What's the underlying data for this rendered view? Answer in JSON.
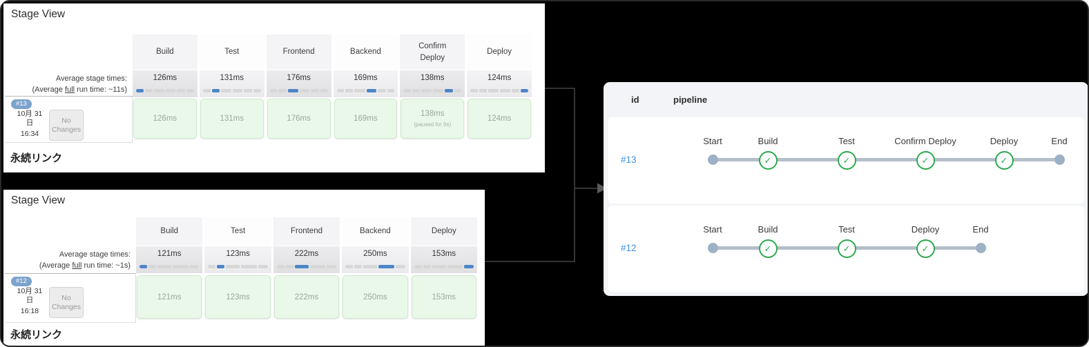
{
  "colors": {
    "bar_active_blue": "#4c86c8",
    "success_green": "#2aa94d",
    "run_link_blue": "#4090e0",
    "badge_blue": "#7ca3cd",
    "stage_cell_green": "#e9f8e9",
    "node_gray": "#9db0c4"
  },
  "panels": {
    "top": {
      "title": "Stage View",
      "avg_label": {
        "line1": "Average stage times:",
        "line2_prefix": "(Average ",
        "line2_underline": "full",
        "line2_suffix": " run time: ~11s)"
      },
      "stages": [
        "Build",
        "Test",
        "Frontend",
        "Backend",
        "Confirm Deploy",
        "Deploy"
      ],
      "avg_times": [
        "126ms",
        "131ms",
        "176ms",
        "169ms",
        "138ms",
        "124ms"
      ],
      "avg_times_ms": [
        126,
        131,
        176,
        169,
        138,
        124
      ],
      "run": {
        "id": "#13",
        "date_line1": "10月 31",
        "date_line2": "日",
        "time": "16:34",
        "changes_line1": "No",
        "changes_line2": "Changes",
        "cells": [
          "126ms",
          "131ms",
          "176ms",
          "169ms",
          "138ms",
          "124ms"
        ],
        "cell_notes": [
          null,
          null,
          null,
          null,
          "(paused for 9s)",
          null
        ]
      },
      "permalinks": "永続リンク"
    },
    "bottom": {
      "title": "Stage View",
      "avg_label": {
        "line1": "Average stage times:",
        "line2_prefix": "(Average ",
        "line2_underline": "full",
        "line2_suffix": " run time: ~1s)"
      },
      "stages": [
        "Build",
        "Test",
        "Frontend",
        "Backend",
        "Deploy"
      ],
      "avg_times": [
        "121ms",
        "123ms",
        "222ms",
        "250ms",
        "153ms"
      ],
      "avg_times_ms": [
        121,
        123,
        222,
        250,
        153
      ],
      "run": {
        "id": "#12",
        "date_line1": "10月 31",
        "date_line2": "日",
        "time": "16:18",
        "changes_line1": "No",
        "changes_line2": "Changes",
        "cells": [
          "121ms",
          "123ms",
          "222ms",
          "250ms",
          "153ms"
        ],
        "cell_notes": [
          null,
          null,
          null,
          null,
          null
        ]
      },
      "permalinks": "永続リンク"
    }
  },
  "flow_card": {
    "header": {
      "id": "id",
      "pipeline": "pipeline"
    },
    "rows": [
      {
        "id": "#13",
        "nodes": [
          {
            "label": "Start",
            "kind": "start"
          },
          {
            "label": "Build",
            "kind": "success"
          },
          {
            "label": "Test",
            "kind": "success"
          },
          {
            "label": "Confirm Deploy",
            "kind": "success"
          },
          {
            "label": "Deploy",
            "kind": "success"
          },
          {
            "label": "End",
            "kind": "end"
          }
        ]
      },
      {
        "id": "#12",
        "nodes": [
          {
            "label": "Start",
            "kind": "start"
          },
          {
            "label": "Build",
            "kind": "success"
          },
          {
            "label": "Test",
            "kind": "success"
          },
          {
            "label": "Deploy",
            "kind": "success"
          },
          {
            "label": "End",
            "kind": "end"
          }
        ]
      }
    ]
  }
}
